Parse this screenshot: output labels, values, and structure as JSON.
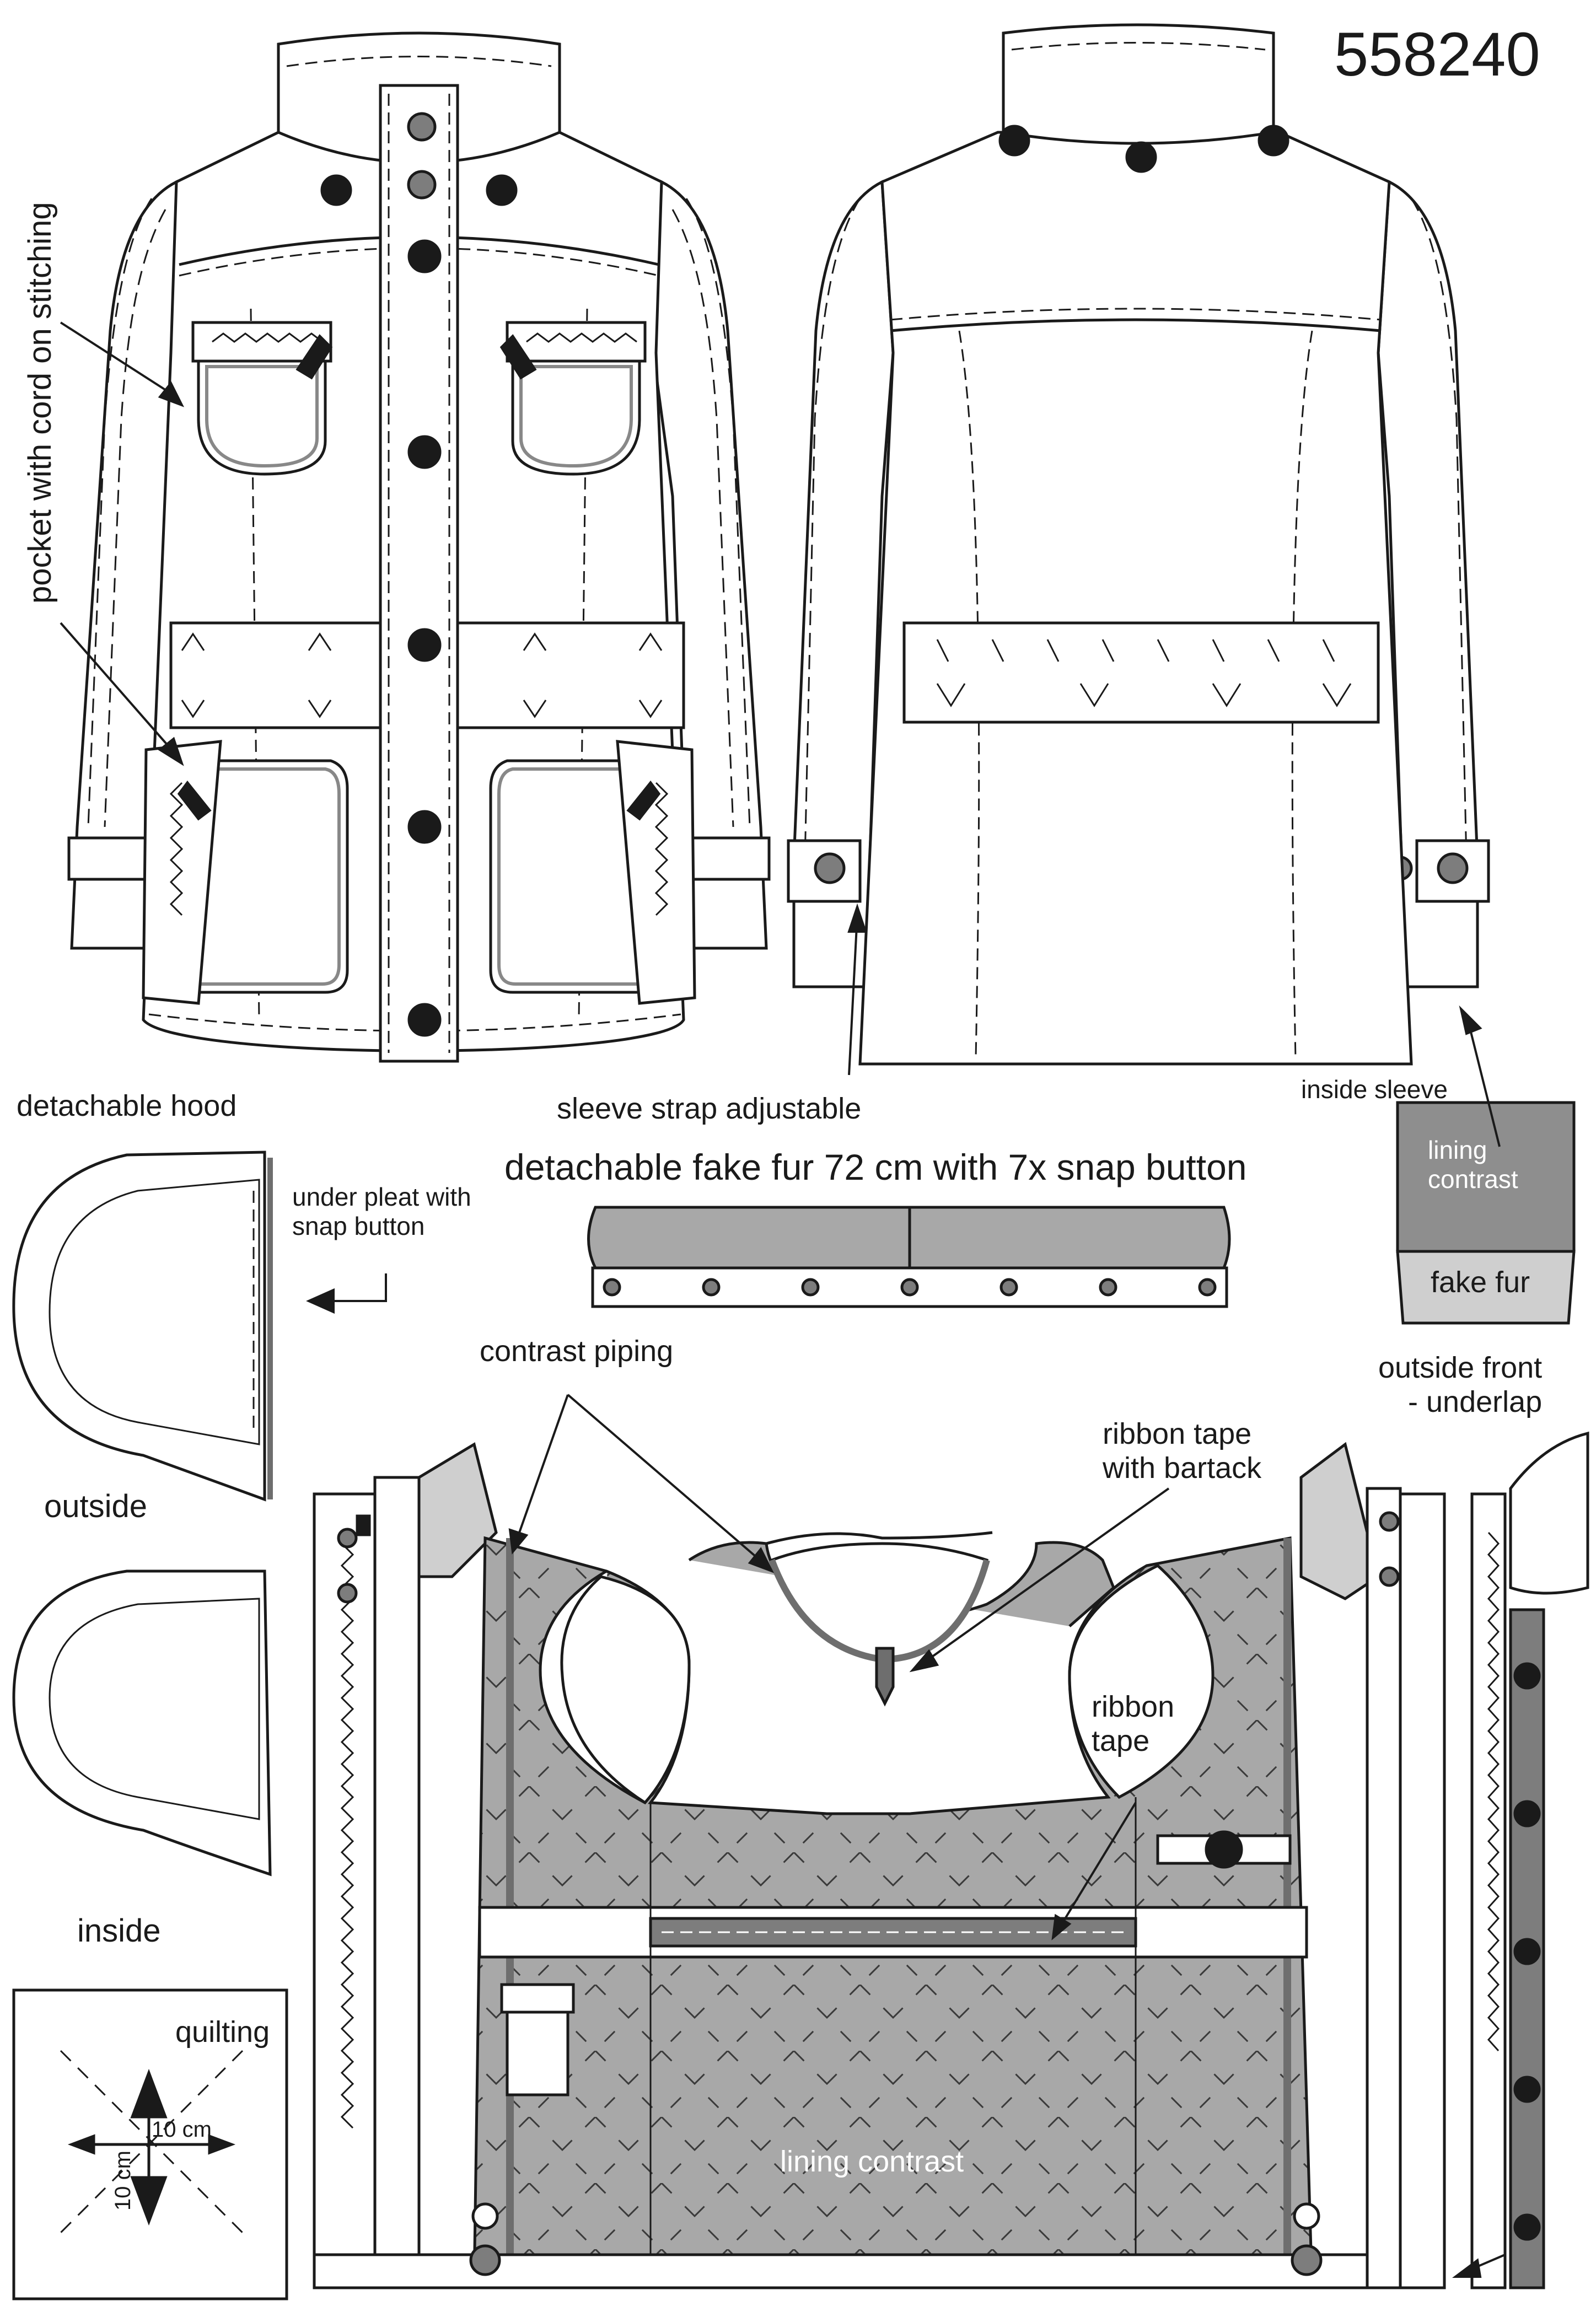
{
  "style_number": "558240",
  "labels": {
    "pocket_cord": "pocket with cord on stitching",
    "detachable_hood": "detachable hood",
    "under_pleat": "under pleat with\nsnap button",
    "hood_outside": "outside",
    "hood_inside": "inside",
    "sleeve_strap": "sleeve strap adjustable",
    "fake_fur": "detachable fake fur 72 cm with 7x snap button",
    "inside_sleeve": "inside sleeve",
    "lining_contrast_swatch": "lining\ncontrast",
    "fake_fur_swatch": "fake fur",
    "outside_front": "outside front\n- underlap",
    "contrast_piping": "contrast piping",
    "ribbon_bartack": "ribbon tape\nwith bartack",
    "ribbon_tape": "ribbon\ntape",
    "lining_contrast": "lining contrast",
    "quilting": "quilting",
    "quilting_h": "10 cm",
    "quilting_v": "10 cm"
  },
  "colors": {
    "line": "#1a1a1a",
    "fill": "#ffffff",
    "lining": "#a8a8a8",
    "dark_piping": "#6e6e6e",
    "light_gray": "#cfcfcf",
    "snap": "#7d7d7d"
  }
}
